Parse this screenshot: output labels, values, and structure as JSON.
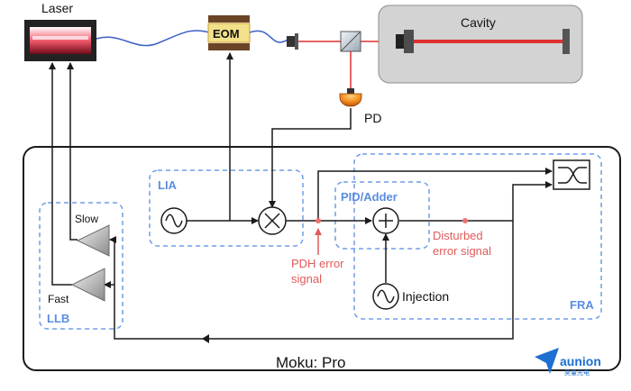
{
  "labels": {
    "laser": "Laser",
    "eom": "EOM",
    "cavity": "Cavity",
    "pd": "PD",
    "lia": "LIA",
    "pid": "PID/Adder",
    "llb": "LLB",
    "fra": "FRA",
    "slow": "Slow",
    "fast": "Fast",
    "injection": "Injection",
    "pdh_line1": "PDH error",
    "pdh_line2": "signal",
    "dist_line1": "Disturbed",
    "dist_line2": "error signal",
    "device": "Moku: Pro"
  },
  "watermark": {
    "name": "aunion",
    "sub": "昊量光电"
  },
  "colors": {
    "module_dash": "#6f9de8",
    "beam": "#e03030",
    "signal_line": "#1a1a1a",
    "error_point": "#f07070",
    "cavity_bg": "#d3d3d3"
  }
}
